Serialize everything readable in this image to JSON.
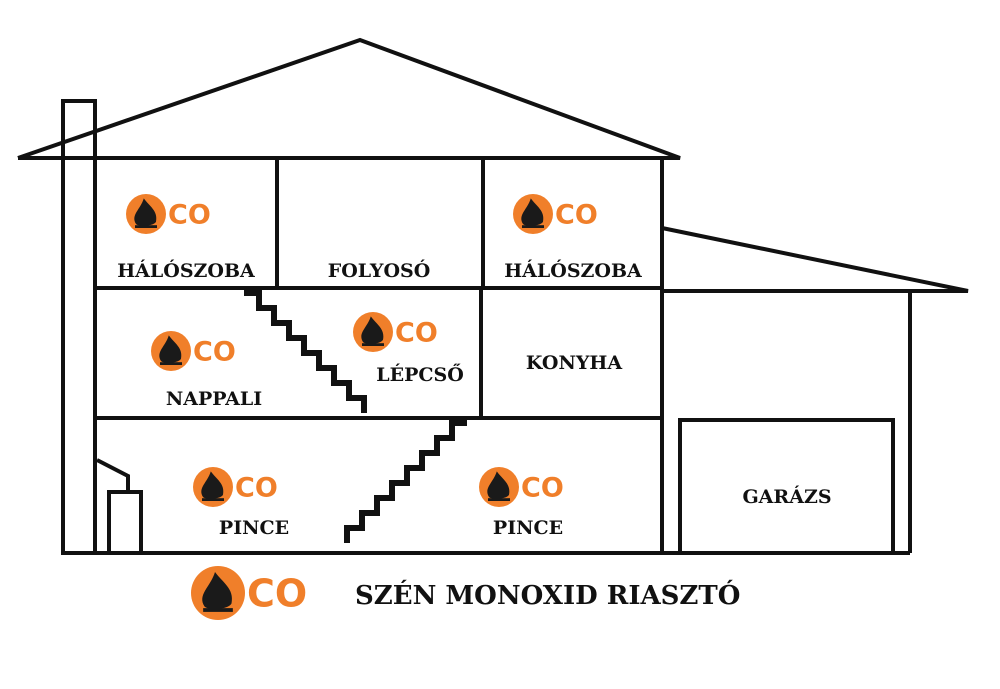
{
  "colors": {
    "line": "#111111",
    "accent": "#f07f2a",
    "flame": "#1a1a1a",
    "background": "#ffffff"
  },
  "icon": {
    "name": "flame-icon",
    "text": "CO"
  },
  "rooms": [
    {
      "id": "haloszoba-left",
      "label": "HÁLÓSZOBA",
      "has_detector": true
    },
    {
      "id": "folyoso",
      "label": "FOLYOSÓ",
      "has_detector": false
    },
    {
      "id": "haloszoba-right",
      "label": "HÁLÓSZOBA",
      "has_detector": true
    },
    {
      "id": "nappali",
      "label": "NAPPALI",
      "has_detector": true
    },
    {
      "id": "lepcso",
      "label": "LÉPCSŐ",
      "has_detector": true
    },
    {
      "id": "konyha",
      "label": "KONYHA",
      "has_detector": false
    },
    {
      "id": "pince-left",
      "label": "PINCE",
      "has_detector": true
    },
    {
      "id": "pince-right",
      "label": "PINCE",
      "has_detector": true
    },
    {
      "id": "garazs",
      "label": "GARÁZS",
      "has_detector": false
    }
  ],
  "legend": {
    "text": "SZÉN MONOXID RIASZTÓ"
  }
}
